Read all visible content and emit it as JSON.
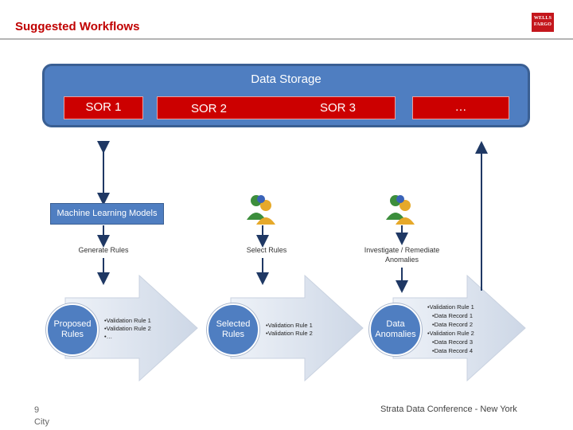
{
  "header": {
    "title": "Suggested Workflows",
    "logo_line1": "WELLS",
    "logo_line2": "FARGO"
  },
  "storage": {
    "label": "Data Storage",
    "sors": [
      "SOR 1",
      "SOR 2",
      "SOR 3",
      "…"
    ]
  },
  "ml_models_label": "Machine Learning Models",
  "steps": [
    {
      "label": "Generate Rules",
      "circle": "Proposed Rules",
      "items": [
        "•Validation Rule 1",
        "•Validation Rule 2",
        "•…"
      ]
    },
    {
      "label": "Select Rules",
      "circle": "Selected Rules",
      "items": [
        "•Validation Rule 1",
        "•Validation Rule 2"
      ]
    },
    {
      "label": "Investigate / Remediate Anomalies",
      "circle": "Data Anomalies",
      "items": [
        "•Validation Rule 1",
        "•Data Record 1",
        "•Data Record 2",
        "•Validation Rule 2",
        "•Data Record 3",
        "•Data Record 4"
      ]
    }
  ],
  "footer": {
    "page_number": "9",
    "sub": "City",
    "conference": "Strata Data Conference - New York"
  },
  "colors": {
    "title_red": "#c00000",
    "storage_blue": "#4f7ec1",
    "sor_red": "#cc0000",
    "arrow_light": "#dde4ef"
  },
  "icons": {
    "users": "users-group-icon",
    "arrows": "vertical-arrow-icon"
  }
}
